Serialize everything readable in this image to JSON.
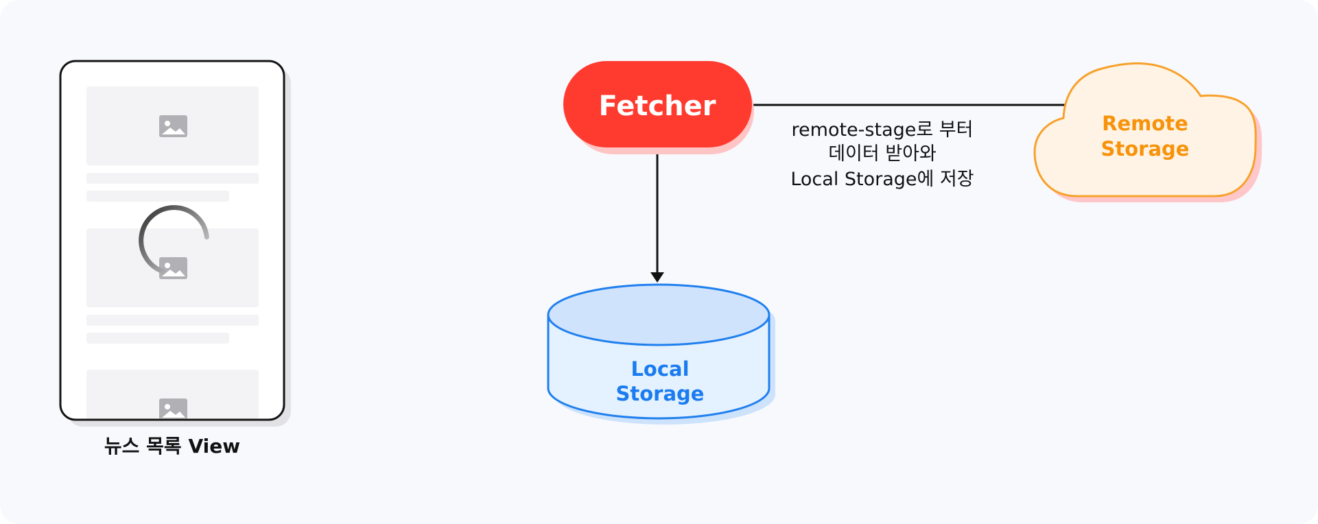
{
  "diagram": {
    "phone": {
      "caption": "뉴스 목록 View"
    },
    "fetcher": {
      "label": "Fetcher",
      "color": "#ff3b30",
      "shadow": "#ffc5c5"
    },
    "remote_storage": {
      "line1": "Remote",
      "line2": "Storage",
      "text_color": "#f7930a",
      "fill": "#fff3e5",
      "stroke": "#f7a12b",
      "shadow": "#ffc7c9"
    },
    "local_storage": {
      "line1": "Local",
      "line2": "Storage",
      "text_color": "#1a7cf0",
      "fill": "#e4f1fe",
      "top_fill": "#cfe3fc",
      "stroke": "#1f7fee",
      "shadow": "#cde2fb"
    },
    "edge_label": {
      "line1": "remote-stage로 부터",
      "line2": "데이터 받아와",
      "line3": "Local Storage에 저장"
    }
  }
}
